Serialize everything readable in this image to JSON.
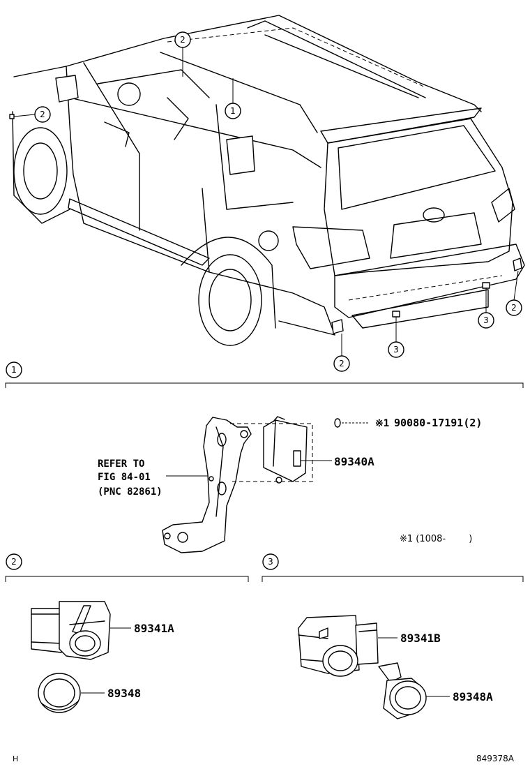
{
  "callouts": {
    "c1": "1",
    "c2": "2",
    "c3": "3"
  },
  "sections": [
    {
      "label": "1"
    },
    {
      "label": "2"
    },
    {
      "label": "3"
    }
  ],
  "section1": {
    "refer_line1": "REFER TO",
    "refer_line2": "FIG 84-01",
    "refer_line3": "(PNC 82861)",
    "bolt_prefix": "※1",
    "bolt_part": "90080-17191(2)",
    "ecu_part": "89340A",
    "note": "※1 (1008-        )"
  },
  "section2": {
    "sensor_part": "89341A",
    "bezel_part": "89348"
  },
  "section3": {
    "sensor_part": "89341B",
    "bezel_part": "89348A"
  },
  "footer": {
    "left": "H",
    "right": "849378A"
  }
}
